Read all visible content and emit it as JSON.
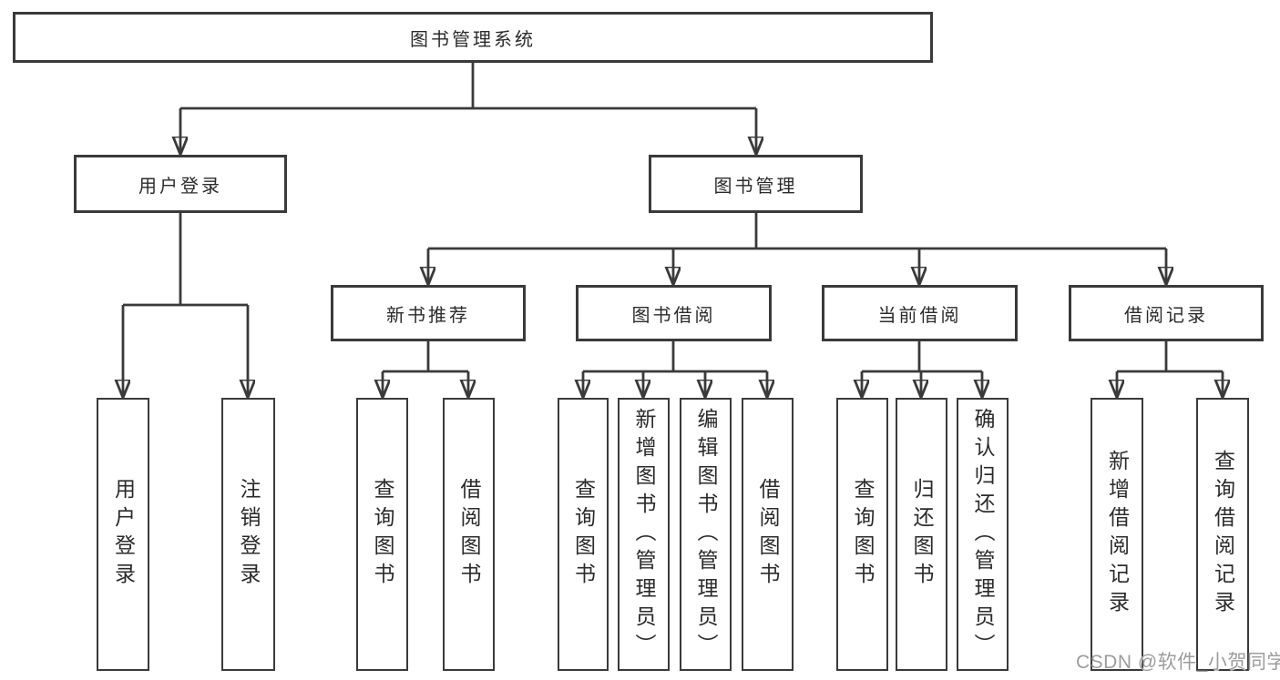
{
  "diagram": {
    "root": {
      "label": "图书管理系统"
    },
    "level2": [
      {
        "label": "用户登录",
        "children": [
          "用户登录",
          "注销登录"
        ]
      },
      {
        "label": "图书管理"
      }
    ],
    "level3": [
      {
        "label": "新书推荐",
        "children": [
          "查询图书",
          "借阅图书"
        ]
      },
      {
        "label": "图书借阅",
        "children": [
          "查询图书",
          "新增图书（管理员）",
          "编辑图书（管理员）",
          "借阅图书"
        ]
      },
      {
        "label": "当前借阅",
        "children": [
          "查询图书",
          "归还图书",
          "确认归还（管理员）"
        ]
      },
      {
        "label": "借阅记录",
        "children": [
          "新增借阅记录",
          "查询借阅记录"
        ]
      }
    ]
  },
  "watermark": "CSDN @软件_小贺同学",
  "colors": {
    "line": "#3a3a3a",
    "box_border": "#3a3a3a",
    "text": "#2b2b2b",
    "background": "#ffffff",
    "watermark": "#9c9c9c"
  }
}
